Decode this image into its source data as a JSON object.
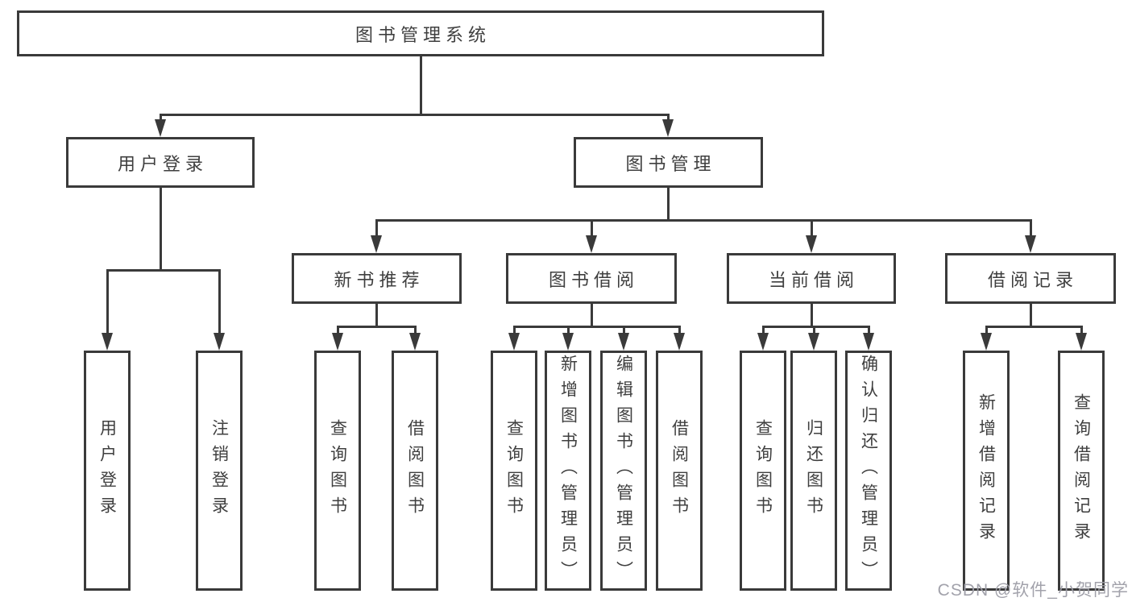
{
  "diagram": {
    "title": "图书管理系统",
    "type": "functional-structure-tree",
    "nodes": {
      "root": {
        "label": "图书管理系统"
      },
      "login": {
        "label": "用户登录"
      },
      "book_mgmt": {
        "label": "图书管理"
      },
      "new_book": {
        "label": "新书推荐"
      },
      "book_borrow": {
        "label": "图书借阅"
      },
      "current_borrow": {
        "label": "当前借阅"
      },
      "borrow_records": {
        "label": "借阅记录"
      },
      "user_login": {
        "label": "用户登录"
      },
      "logout": {
        "label": "注销登录"
      },
      "nb_query": {
        "label": "查询图书"
      },
      "nb_borrow": {
        "label": "借阅图书"
      },
      "bb_query": {
        "label": "查询图书"
      },
      "bb_add": {
        "label": "新增图书（管理员）"
      },
      "bb_edit": {
        "label": "编辑图书（管理员）"
      },
      "bb_borrow": {
        "label": "借阅图书"
      },
      "cb_query": {
        "label": "查询图书"
      },
      "cb_return": {
        "label": "归还图书"
      },
      "cb_confirm": {
        "label": "确认归还（管理员）"
      },
      "br_add": {
        "label": "新增借阅记录"
      },
      "br_query": {
        "label": "查询借阅记录"
      }
    },
    "hierarchy": {
      "label": "图书管理系统",
      "children": [
        {
          "label": "用户登录",
          "children": [
            {
              "label": "用户登录"
            },
            {
              "label": "注销登录"
            }
          ]
        },
        {
          "label": "图书管理",
          "children": [
            {
              "label": "新书推荐",
              "children": [
                {
                  "label": "查询图书"
                },
                {
                  "label": "借阅图书"
                }
              ]
            },
            {
              "label": "图书借阅",
              "children": [
                {
                  "label": "查询图书"
                },
                {
                  "label": "新增图书（管理员）"
                },
                {
                  "label": "编辑图书（管理员）"
                },
                {
                  "label": "借阅图书"
                }
              ]
            },
            {
              "label": "当前借阅",
              "children": [
                {
                  "label": "查询图书"
                },
                {
                  "label": "归还图书"
                },
                {
                  "label": "确认归还（管理员）"
                }
              ]
            },
            {
              "label": "借阅记录",
              "children": [
                {
                  "label": "新增借阅记录"
                },
                {
                  "label": "查询借阅记录"
                }
              ]
            }
          ]
        }
      ]
    },
    "watermark": "CSDN @软件_小贺同学",
    "colors": {
      "line": "#3a3a3a",
      "text": "#3f3f3f",
      "background": "#ffffff",
      "watermark": "#9d9da7"
    }
  }
}
